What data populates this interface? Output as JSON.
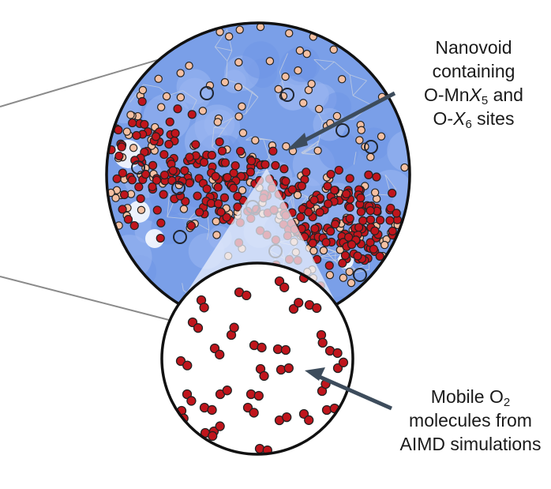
{
  "labels": {
    "nanovoid": {
      "line1": "Nanovoid",
      "line2": "containing",
      "line3_prefix": "O-Mn",
      "line3_var": "X",
      "line3_sub": "5",
      "line3_suffix": " and",
      "line4_prefix": "O-",
      "line4_var": "X",
      "line4_sub": "6",
      "line4_suffix": " sites"
    },
    "mobile": {
      "line1_prefix": "Mobile O",
      "line1_sub": "2",
      "line2": "molecules from",
      "line3": "AIMD simulations"
    }
  },
  "colors": {
    "outline": "#111111",
    "void_blue": "#6f96e6",
    "void_blue_light": "#9bb7f0",
    "oxygen": "#c0151c",
    "site_peach": "#f5c0a2",
    "open_ring": "#1f2530",
    "arrow": "#3d4c5c",
    "zoom_line": "#8a8a8a",
    "cone": "#e8eefb"
  },
  "icons": {
    "arrow_to_nanovoid": "arrow-icon",
    "arrow_to_mobile": "arrow-icon"
  }
}
